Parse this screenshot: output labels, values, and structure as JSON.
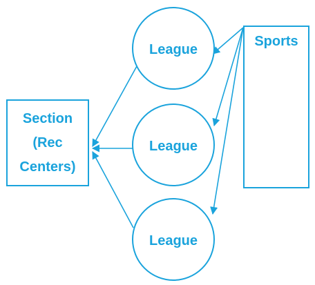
{
  "colors": {
    "accent": "#1aa3dc",
    "background": "#ffffff"
  },
  "nodes": {
    "section": {
      "lines": [
        "Section",
        "(Rec",
        "Centers)"
      ]
    },
    "leagues": [
      {
        "label": "League"
      },
      {
        "label": "League"
      },
      {
        "label": "League"
      }
    ],
    "sports": {
      "label": "Sports"
    }
  },
  "edges": [
    {
      "from": "sports",
      "to": "league-1"
    },
    {
      "from": "sports",
      "to": "league-2"
    },
    {
      "from": "sports",
      "to": "league-3"
    },
    {
      "from": "league-1",
      "to": "section"
    },
    {
      "from": "league-2",
      "to": "section"
    },
    {
      "from": "league-3",
      "to": "section"
    }
  ]
}
